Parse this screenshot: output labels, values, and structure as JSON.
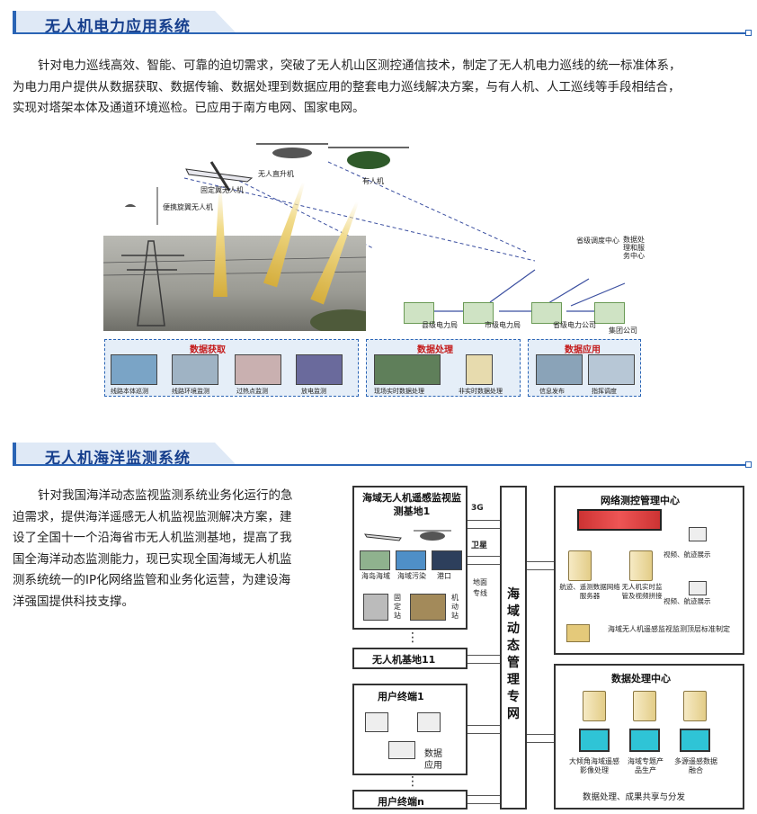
{
  "section1": {
    "title": "无人机电力应用系统",
    "paragraph": [
      "针对电力巡线高效、智能、可靠的迫切需求，突破了无人机山区测控通信技术，制定了无人机电力巡线的统一标准体系，",
      "为电力用户提供从数据获取、数据传输、数据处理到数据应用的整套电力巡线解决方案，与有人机、人工巡线等手段相结合，",
      "实现对塔架本体及通道环境巡检。已应用于南方电网、国家电网。"
    ],
    "figure": {
      "aircraft_labels": [
        "便携旋翼无人机",
        "固定翼无人机",
        "无人直升机",
        "有人机"
      ],
      "org_labels": [
        "省级调度中心",
        "数据处理和服务中心",
        "县级电力局",
        "市级电力局",
        "省级电力公司",
        "集团公司"
      ],
      "groups": [
        {
          "title": "数据获取",
          "items": [
            "线路本体巡测",
            "线路环境监测",
            "过热点监测",
            "放电监测"
          ]
        },
        {
          "title": "数据处理",
          "items": [
            "现场实时数据处理",
            "非实时数据处理"
          ]
        },
        {
          "title": "数据应用",
          "items": [
            "信息发布",
            "指挥调度"
          ]
        }
      ]
    }
  },
  "section2": {
    "title": "无人机海洋监测系统",
    "paragraph": [
      "针对我国海洋动态监视监测系统业务化运行的急",
      "迫需求，提供海洋遥感无人机监视监测解决方案，建",
      "设了全国十一个沿海省市无人机监测基地，提高了我",
      "国全海洋动态监测能力，现已实现全国海域无人机监",
      "测系统统一的IP化网络监管和业务化运营，为建设海",
      "洋强国提供科技支撑。"
    ],
    "figure": {
      "base1_title": "海域无人机遥感监视监测基地1",
      "base1_thumbs": [
        "海岛海域",
        "海域污染",
        "港口"
      ],
      "fixed_station": "固定站",
      "mobile_station": "机动站",
      "link_3g": "3G",
      "link_sat": "卫星",
      "link_ground": "地面专线",
      "baseN": "无人机基地11",
      "user1": "用户终端1",
      "data_app": "数据应用",
      "userN": "用户终端n",
      "network": "海域动态管理专网",
      "ncc_title": "网络测控管理中心",
      "ncc_server1": "航迹、遥测数据网络服务器",
      "ncc_server2": "无人机实时监管及视频拼接",
      "ncc_video1": "视频、航迹展示",
      "ncc_video2": "视频、航迹展示",
      "ncc_std": "海域无人机遥感监视监测顶层标准制定",
      "dpc_title": "数据处理中心",
      "dpc_items": [
        "大倾角海域遥感影像处理",
        "海域专题产品生产",
        "多源遥感数据融合"
      ],
      "dpc_footer": "数据处理、成果共享与分发"
    }
  }
}
